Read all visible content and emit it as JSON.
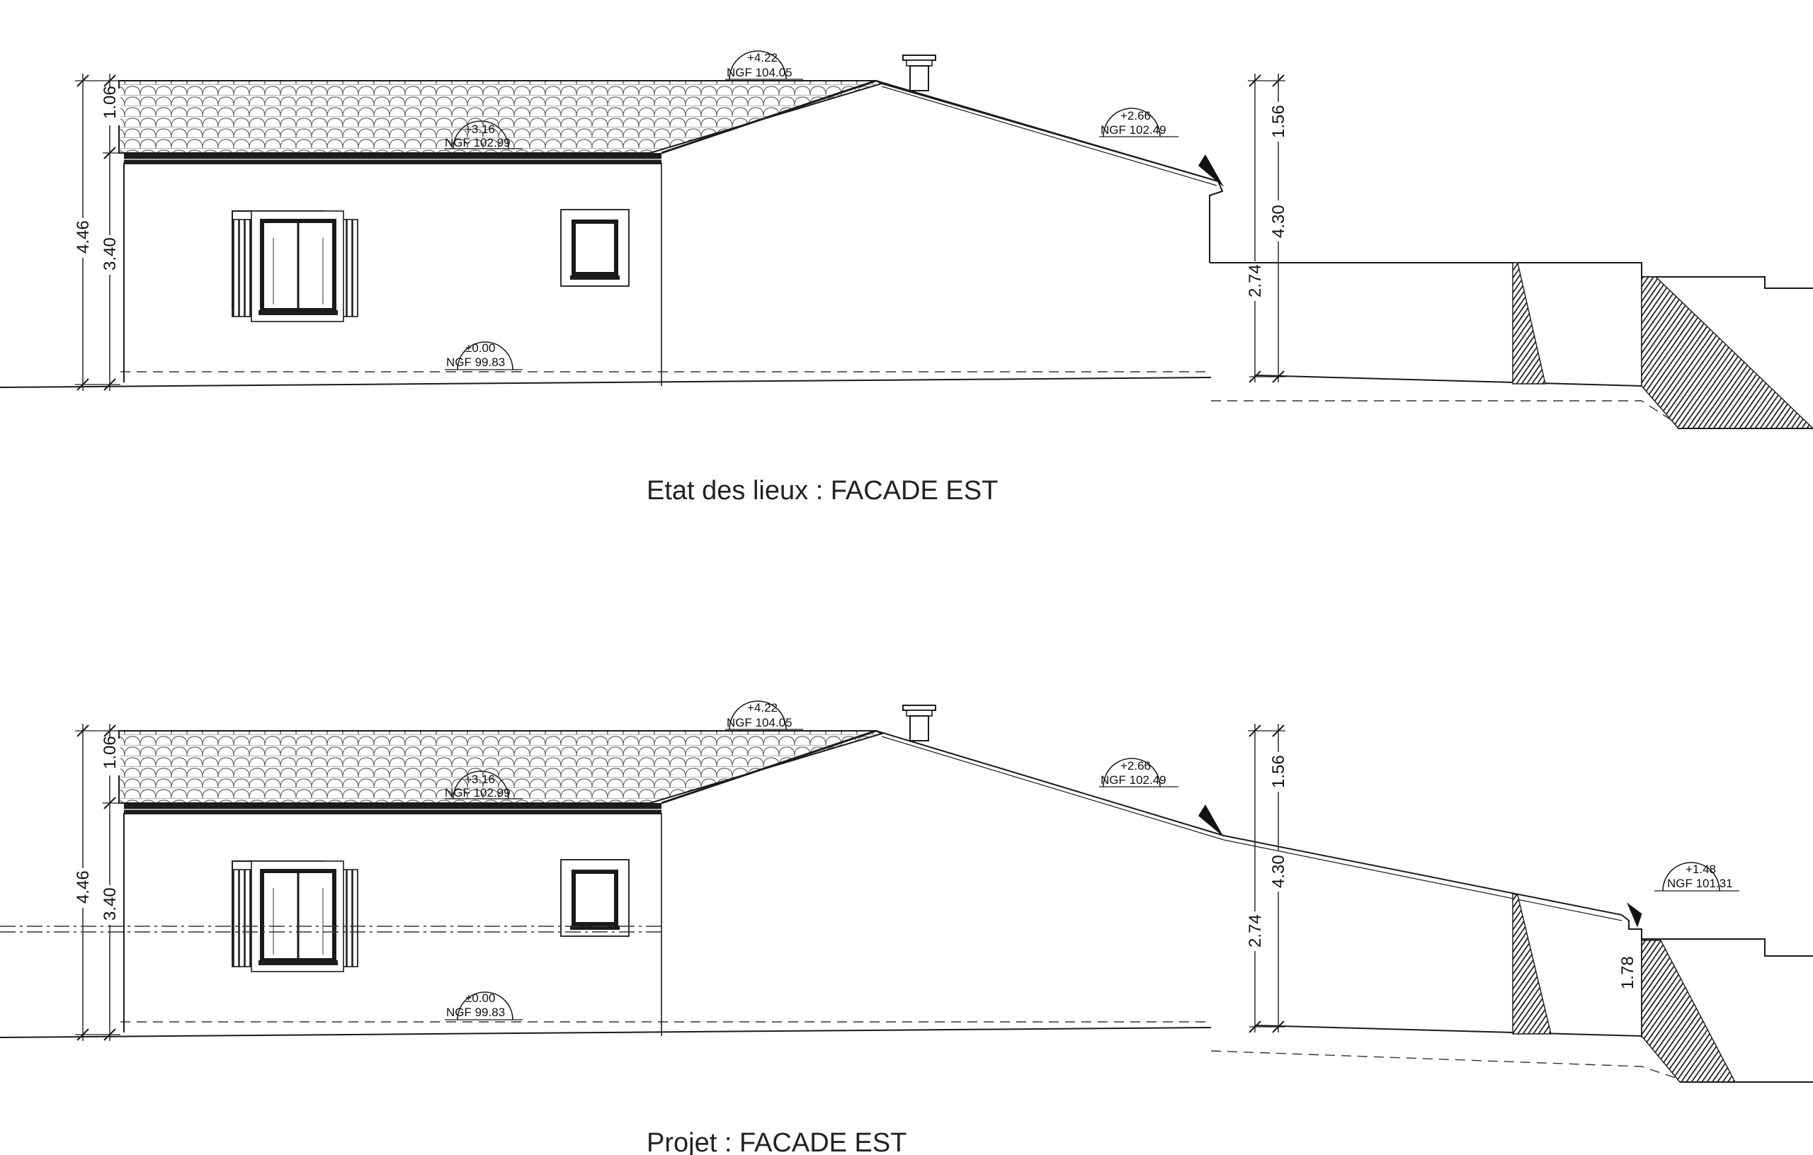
{
  "colors": {
    "line": "#1a1a1a",
    "background": "#ffffff",
    "hatch": "#222222"
  },
  "existing": {
    "caption": "Etat des lieux : FACADE EST",
    "levels": {
      "ridge": {
        "rel": "+4.22",
        "ngf": "NGF 104.05"
      },
      "eave": {
        "rel": "+3.16",
        "ngf": "NGF 102.99"
      },
      "gutter": {
        "rel": "+2.66",
        "ngf": "NGF 102.49"
      },
      "ground": {
        "rel": "±0.00",
        "ngf": "NGF 99.83"
      }
    },
    "dims": {
      "left_total": "4.46",
      "left_roof": "1.06",
      "left_wall": "3.40",
      "right_total": "4.30",
      "right_roof": "1.56",
      "right_wall": "2.74"
    }
  },
  "project": {
    "caption": "Projet : FACADE EST",
    "levels": {
      "ridge": {
        "rel": "+4.22",
        "ngf": "NGF 104.05"
      },
      "eave": {
        "rel": "+3.16",
        "ngf": "NGF 102.99"
      },
      "gutter": {
        "rel": "+2.66",
        "ngf": "NGF 102.49"
      },
      "extension": {
        "rel": "+1.48",
        "ngf": "NGF 101.31"
      },
      "ground": {
        "rel": "±0.00",
        "ngf": "NGF 99.83"
      }
    },
    "dims": {
      "left_total": "4.46",
      "left_roof": "1.06",
      "left_wall": "3.40",
      "right_total": "4.30",
      "right_roof": "1.56",
      "right_wall": "2.74",
      "extension_wall": "1.78"
    }
  }
}
